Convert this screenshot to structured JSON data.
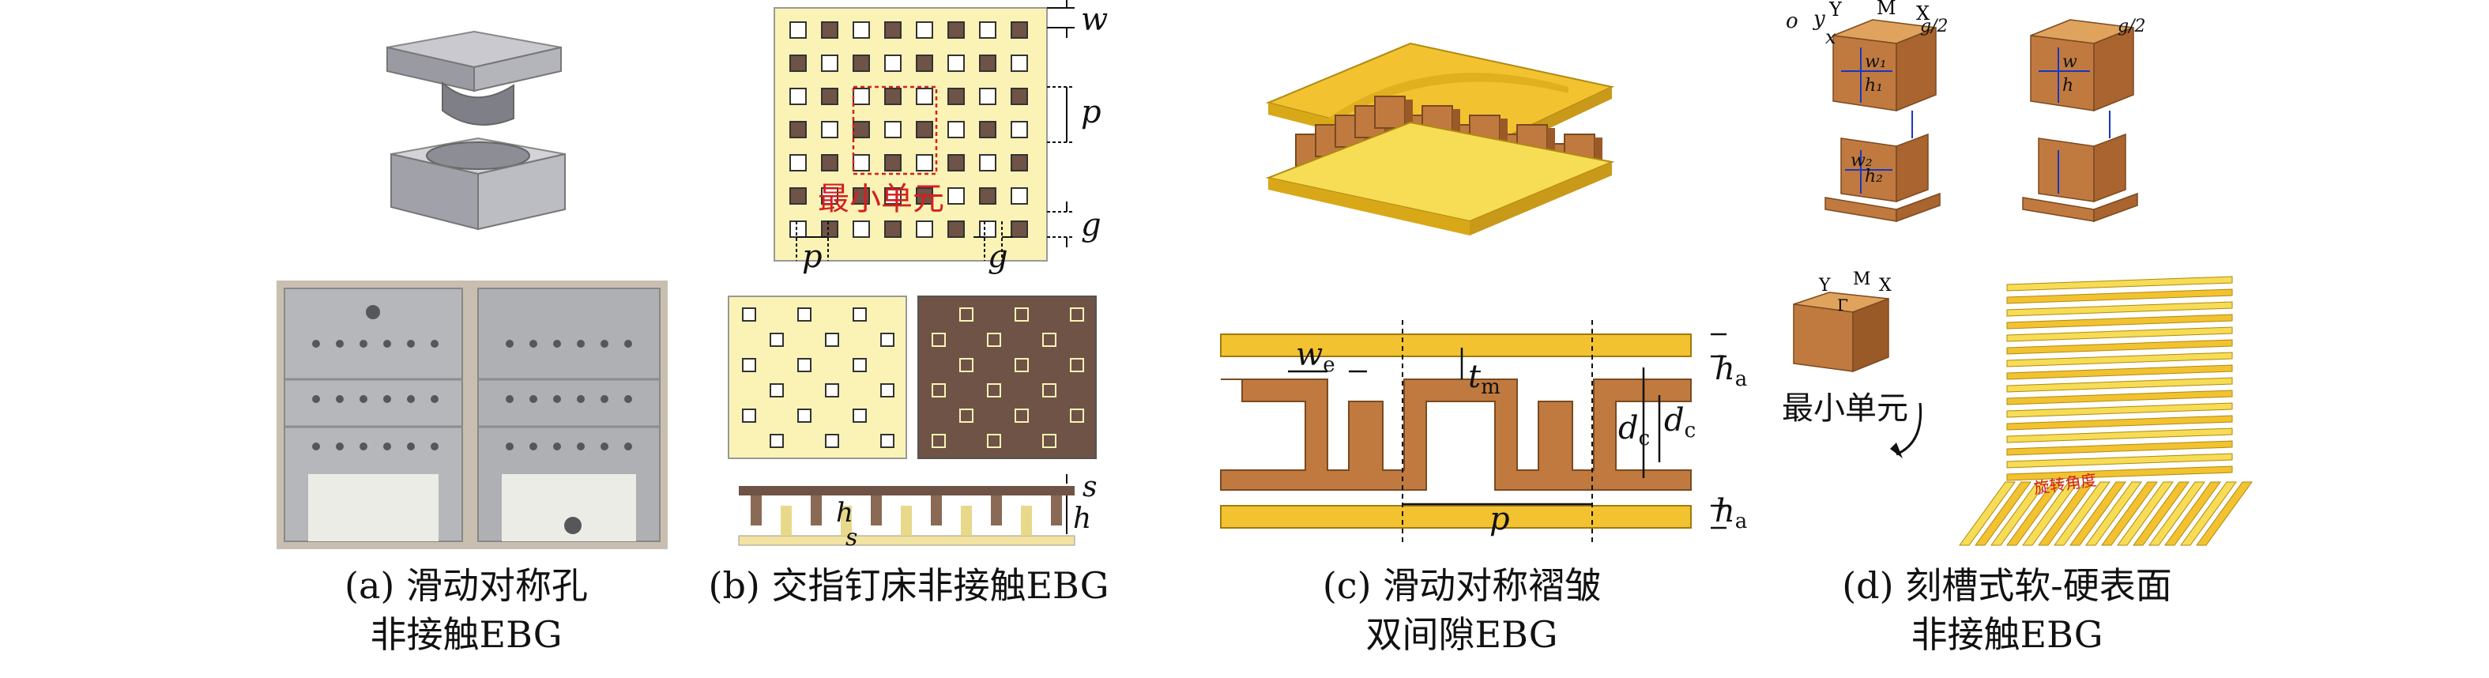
{
  "panels": {
    "a": {
      "caption_line1": "(a) 滑动对称孔",
      "caption_line2": "非接触EBG"
    },
    "b": {
      "caption_line1": "(b) 交指钉床非接触EBG",
      "caption_line2": "",
      "labels": {
        "w": "w",
        "p": "p",
        "g": "g",
        "p2": "p",
        "g2": "g",
        "s": "s",
        "h": "h",
        "h2": "h",
        "s2": "s",
        "unit_cell": "最小单元"
      }
    },
    "c": {
      "caption_line1": "(c) 滑动对称褶皱",
      "caption_line2": "双间隙EBG",
      "labels": {
        "we": "w",
        "we_sub": "e",
        "tm": "t",
        "tm_sub": "m",
        "dc": "d",
        "dc_sub": "c",
        "dc2": "d",
        "dc2_sub": "c",
        "ha": "h",
        "ha_sub": "a",
        "ha2": "h",
        "ha2_sub": "a",
        "p": "p"
      }
    },
    "d": {
      "caption_line1": "(d) 刻槽式软-硬表面",
      "caption_line2": "非接触EBG",
      "labels": {
        "y": "y",
        "Y": "Y",
        "M": "M",
        "X": "X",
        "o": "o",
        "x": "x",
        "Gamma": "Γ",
        "g2": "g/2",
        "h1": "h₁",
        "h2": "h₂",
        "w1": "w₁",
        "w2": "w₂",
        "h": "h",
        "w": "w",
        "unit_cell": "最小单元",
        "rot": "旋转角度"
      }
    }
  },
  "colors": {
    "yellow": "#f3e3a1",
    "gold": "#f2c230",
    "copper": "#c07a3f",
    "dark_brown": "#6e5346",
    "blue": "#1836c8",
    "red": "#d42020"
  }
}
